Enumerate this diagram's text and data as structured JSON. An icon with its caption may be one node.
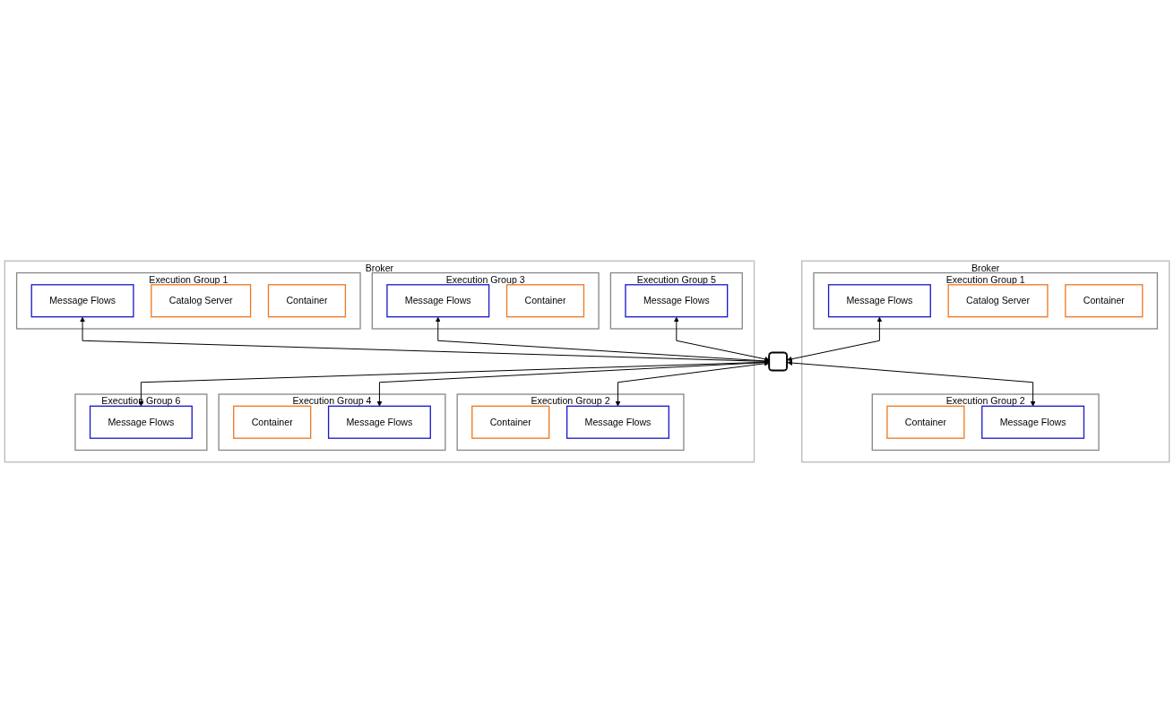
{
  "diagram": {
    "nodes": [
      {
        "text": [
          "Broker"
        ]
      },
      {
        "text": [
          "Execution Group 1"
        ],
        "in": 0
      },
      {
        "text": [
          "Message Flows"
        ],
        "in": 1
      },
      {
        "text": [
          "Catalog Server"
        ],
        "in": 1
      },
      {
        "text": [
          "Container"
        ],
        "in": 1
      },
      {
        "text": [
          "Execution Group 2"
        ],
        "in": 0
      },
      {
        "text": [
          "Container"
        ],
        "in": 5
      },
      {
        "text": [
          "Message Flows"
        ],
        "in": 5
      },
      {
        "text": [
          "Broker"
        ]
      },
      {
        "text": [
          "Execution Group 1"
        ],
        "in": 8
      },
      {
        "text": [
          "Message Flows"
        ],
        "in": 9
      },
      {
        "text": [
          "Catalog Server"
        ],
        "in": 9
      },
      {
        "text": [
          "Container"
        ],
        "in": 9
      },
      {
        "text": [
          "Execution Group 3"
        ],
        "in": 8
      },
      {
        "text": [
          "Message Flows"
        ],
        "in": 13
      },
      {
        "text": [
          "Container"
        ],
        "in": 13
      },
      {
        "text": [
          "Execution Group 5"
        ],
        "in": 8
      },
      {
        "text": [
          "Message Flows"
        ],
        "in": 16
      },
      {
        "text": [
          "Execution Group 2"
        ],
        "in": 8
      },
      {
        "text": [
          "Container"
        ],
        "in": 18
      },
      {
        "text": [
          "Message Flows"
        ],
        "in": 18
      },
      {
        "text": [
          "Execution Group 4"
        ],
        "in": 8
      },
      {
        "text": [
          "Container"
        ],
        "in": 21
      },
      {
        "text": [
          "Message Flows"
        ],
        "in": 21
      },
      {
        "text": [
          "Execution Group 6"
        ],
        "in": 8
      },
      {
        "text": [
          "Message Flows"
        ],
        "in": 24
      },
      {
        "text": [],
        "shape": "box"
      }
    ],
    "edges": [
      {
        "from": 2,
        "to": 26,
        "arrow": "both"
      },
      {
        "from": 10,
        "to": 26,
        "arrow": "both"
      },
      {
        "from": 14,
        "to": 26,
        "arrow": "both"
      },
      {
        "from": 17,
        "to": 26,
        "arrow": "both"
      },
      {
        "from": 26,
        "to": 7,
        "arrow": "both"
      },
      {
        "from": 26,
        "to": 20,
        "arrow": "both"
      },
      {
        "from": 26,
        "to": 23,
        "arrow": "both"
      },
      {
        "from": 26,
        "to": 25,
        "arrow": "both"
      }
    ]
  }
}
